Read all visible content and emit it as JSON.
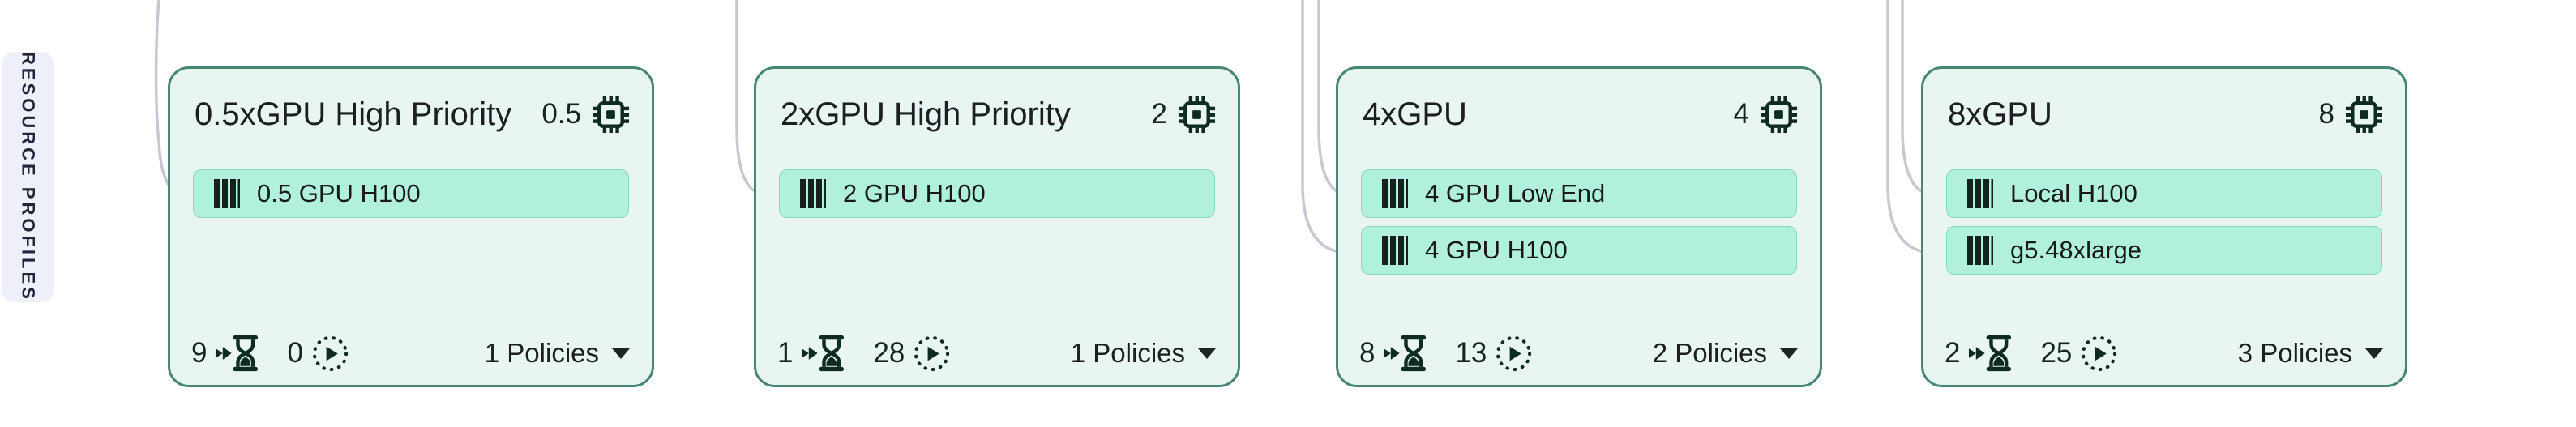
{
  "sidebar": {
    "label": "RESOURCE PROFILES"
  },
  "cards": [
    {
      "title": "0.5xGPU High Priority",
      "gpu_count": "0.5",
      "accelerators": [
        "0.5 GPU H100"
      ],
      "pending_count": "9",
      "running_count": "0",
      "policies_label": "1 Policies"
    },
    {
      "title": "2xGPU High Priority",
      "gpu_count": "2",
      "accelerators": [
        "2 GPU H100"
      ],
      "pending_count": "1",
      "running_count": "28",
      "policies_label": "1 Policies"
    },
    {
      "title": "4xGPU",
      "gpu_count": "4",
      "accelerators": [
        "4 GPU Low End",
        "4 GPU H100"
      ],
      "pending_count": "8",
      "running_count": "13",
      "policies_label": "2 Policies"
    },
    {
      "title": "8xGPU",
      "gpu_count": "8",
      "accelerators": [
        "Local H100",
        "g5.48xlarge"
      ],
      "pending_count": "2",
      "running_count": "25",
      "policies_label": "3 Policies"
    }
  ],
  "icons": {
    "gpu": "microchip-icon",
    "accelerator": "barcode-icon",
    "pending": "forward-hourglass-icon",
    "running": "dotted-circle-play-icon",
    "policies": "caret-down-icon"
  },
  "colors": {
    "card_background": "#e8f5f0",
    "card_border": "#478578",
    "chip_background": "#b0f0dd",
    "chip_border": "#85d8bf",
    "edge": "#c6c8d2",
    "icon": "#0e2b22",
    "text": "#1c1e21",
    "sidebar_background": "#edeff9"
  }
}
